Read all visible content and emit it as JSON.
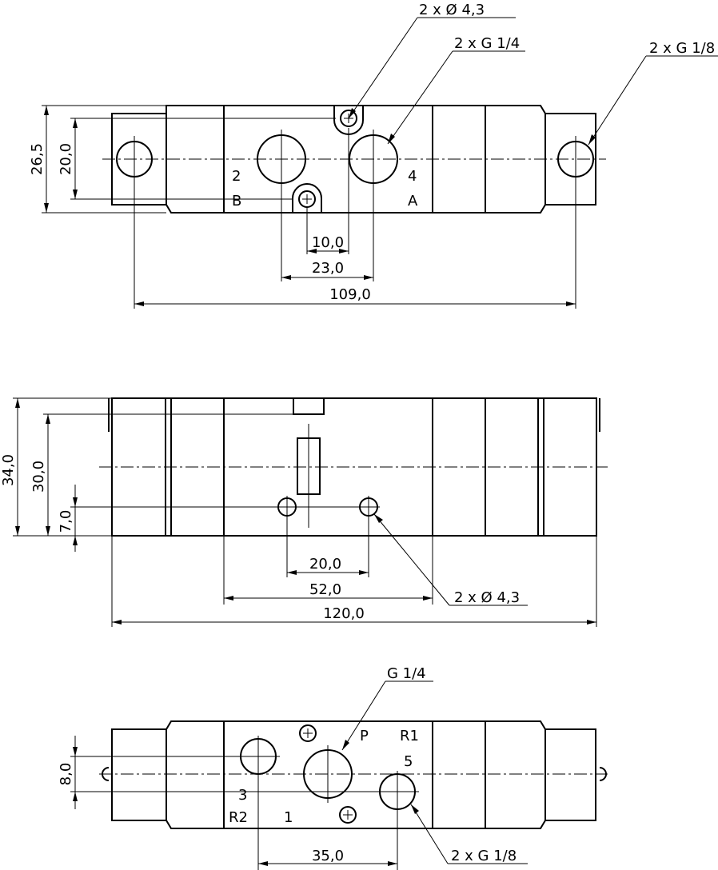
{
  "top_view": {
    "callout_holes": "2 x Ø 4,3",
    "callout_ports_a_b": "2 x G 1/4",
    "callout_pilot_ports": "2 x G 1/8",
    "port_2": "2",
    "port_4": "4",
    "port_b": "B",
    "port_a": "A",
    "dim_height_outer": "26,5",
    "dim_height_inner": "20,0",
    "dim_10": "10,0",
    "dim_23": "23,0",
    "dim_109": "109,0"
  },
  "side_view": {
    "dim_34": "34,0",
    "dim_30": "30,0",
    "dim_7": "7,0",
    "dim_20": "20,0",
    "dim_52": "52,0",
    "dim_120": "120,0",
    "callout_holes": "2 x Ø 4,3"
  },
  "bottom_view": {
    "callout_port_p": "G 1/4",
    "callout_ports_exhaust": "2 x G 1/8",
    "port_p": "P",
    "port_r1": "R1",
    "port_5": "5",
    "port_3": "3",
    "port_r2": "R2",
    "port_1": "1",
    "dim_8": "8,0",
    "dim_35": "35,0"
  }
}
